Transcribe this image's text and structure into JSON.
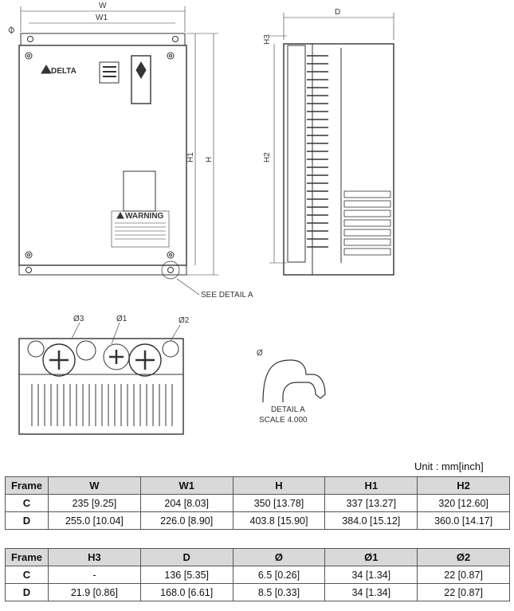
{
  "drawing": {
    "dim_labels": {
      "W": "W",
      "W1": "W1",
      "D": "D",
      "H": "H",
      "H1": "H1",
      "H2": "H2",
      "H3": "H3",
      "phi": "Ø",
      "phi1": "Ø1",
      "phi2": "Ø2",
      "phi3": "Ø3"
    },
    "brand": "DELTA",
    "warning": "WARNING",
    "callout": "SEE DETAIL A",
    "detail_title": "DETAIL A",
    "detail_scale": "SCALE 4.000"
  },
  "unit_note": "Unit : mm[inch]",
  "table1": {
    "headers": [
      "Frame",
      "W",
      "W1",
      "H",
      "H1",
      "H2"
    ],
    "rows": [
      [
        "C",
        "235 [9.25]",
        "204 [8.03]",
        "350 [13.78]",
        "337 [13.27]",
        "320 [12.60]"
      ],
      [
        "D",
        "255.0 [10.04]",
        "226.0 [8.90]",
        "403.8 [15.90]",
        "384.0 [15.12]",
        "360.0 [14.17]"
      ]
    ]
  },
  "table2": {
    "headers": [
      "Frame",
      "H3",
      "D",
      "Ø",
      "Ø1",
      "Ø2"
    ],
    "rows": [
      [
        "C",
        "-",
        "136 [5.35]",
        "6.5 [0.26]",
        "34 [1.34]",
        "22 [0.87]"
      ],
      [
        "D",
        "21.9 [0.86]",
        "168.0 [6.61]",
        "8.5 [0.33]",
        "34 [1.34]",
        "22 [0.87]"
      ]
    ]
  }
}
